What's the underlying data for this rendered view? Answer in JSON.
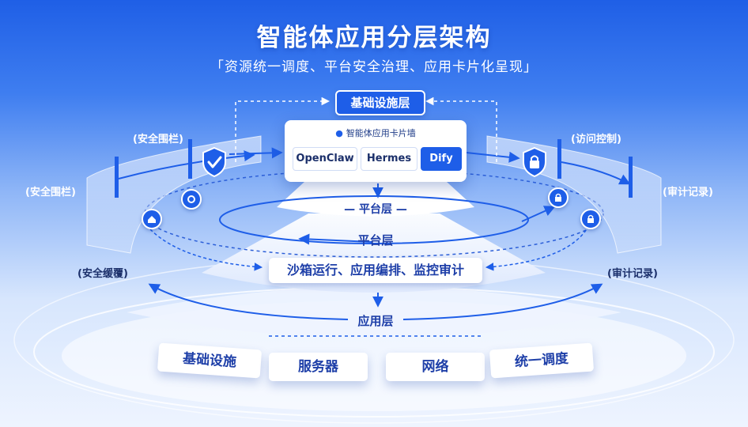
{
  "title": "智能体应用分层架构",
  "subtitle": "「资源统一调度、平台安全治理、应用卡片化呈现」",
  "top_layer": {
    "label": "基础设施层"
  },
  "card": {
    "header": "智能体应用卡片墙",
    "chips": [
      {
        "label": "OpenClaw"
      },
      {
        "label": "Hermes"
      },
      {
        "label": "Dify"
      }
    ]
  },
  "platform_layer": {
    "label_top": "— 平台层 —",
    "label_ring": "平台层",
    "features": "沙箱运行、应用编排、监控审计"
  },
  "app_layer": {
    "label": "应用层"
  },
  "base_tiles": [
    "基础设施",
    "服务器",
    "网络",
    "统一调度"
  ],
  "side_labels": {
    "left_1": "(安全围栏)",
    "left_2": "(安全围栏)",
    "left_3": "(安全缓覆)",
    "right_1": "(访问控制)",
    "right_2": "(审计记录)",
    "right_3": "(审计记录)"
  },
  "colors": {
    "accent": "#1e5ee8",
    "accent_dark": "#1e3fa8",
    "background_top": "#1f5fe6",
    "background_bottom": "#eef4ff"
  },
  "icons": [
    "shield-check-icon",
    "lock-icon",
    "home-icon",
    "gear-icon"
  ]
}
